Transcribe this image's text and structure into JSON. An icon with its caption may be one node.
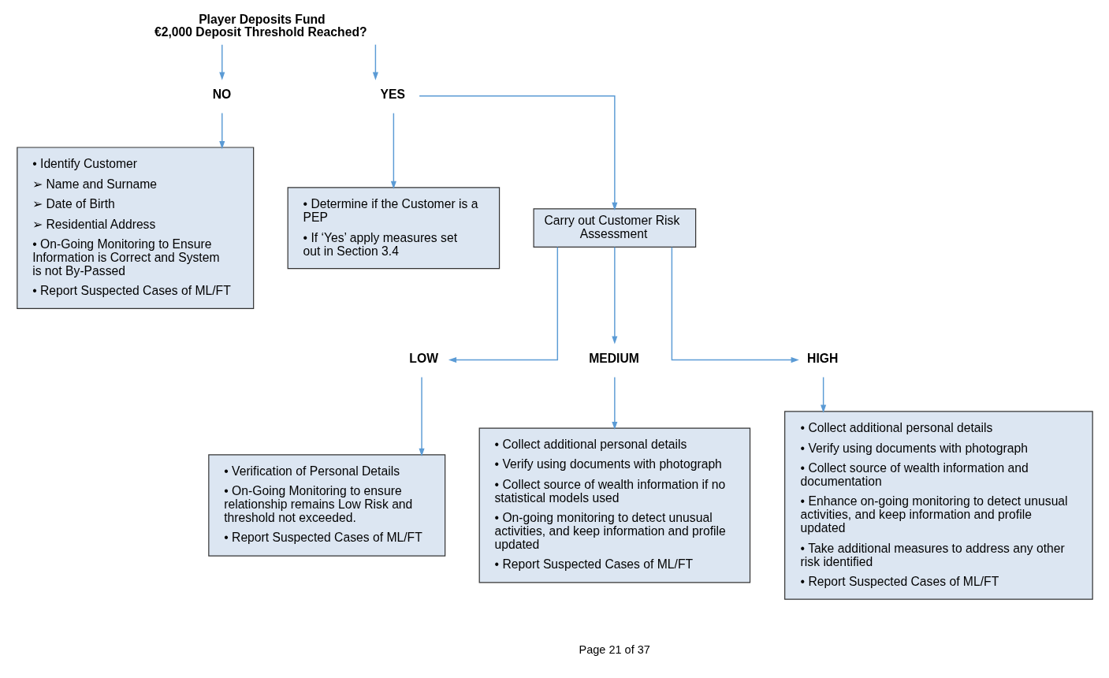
{
  "diagram": {
    "nodes": [
      {
        "text": [
          "Player Deposits Fund",
          "€2,000 Deposit Threshold Reached?"
        ]
      },
      {
        "text": [
          "NO"
        ]
      },
      {
        "text": [
          "YES"
        ]
      },
      {
        "text": [
          "• Identify Customer",
          "➢ Name and Surname",
          "➢ Date of Birth",
          "➢ Residential Address",
          "• On-Going Monitoring to Ensure Information is Correct and System is not By-Passed",
          "• Report Suspected Cases of ML/FT"
        ]
      },
      {
        "text": [
          "• Determine if the Customer is a PEP",
          "• If ‘Yes’ apply measures set out in Section 3.4"
        ]
      },
      {
        "text": [
          "Carry out Customer Risk Assessment"
        ]
      },
      {
        "text": [
          "LOW"
        ]
      },
      {
        "text": [
          "MEDIUM"
        ]
      },
      {
        "text": [
          "HIGH"
        ]
      },
      {
        "text": [
          "• Verification of Personal Details",
          "• On-Going Monitoring to ensure relationship remains Low Risk and threshold not exceeded.",
          "• Report Suspected Cases of ML/FT"
        ]
      },
      {
        "text": [
          "• Collect additional personal details",
          "• Verify using documents with photograph",
          "• Collect source of wealth information if no statistical models used",
          "• On-going monitoring to detect unusual activities, and keep information and profile updated",
          "• Report Suspected Cases of ML/FT"
        ]
      },
      {
        "text": [
          "• Collect additional personal details",
          "• Verify using documents with photograph",
          "• Collect source of wealth information and documentation",
          "• Enhance on-going monitoring to detect unusual activities, and keep information and profile updated",
          "• Take additional measures to address any other risk identified",
          "• Report Suspected Cases of ML/FT"
        ]
      }
    ],
    "edges": [
      {
        "from": 0,
        "to": 1,
        "arrow": "to"
      },
      {
        "from": 0,
        "to": 2,
        "arrow": "to"
      },
      {
        "from": 1,
        "to": 3,
        "arrow": "to"
      },
      {
        "from": 2,
        "to": 4,
        "arrow": "to"
      },
      {
        "from": 2,
        "to": 5,
        "arrow": "to"
      },
      {
        "from": 5,
        "to": 6,
        "arrow": "to"
      },
      {
        "from": 5,
        "to": 7,
        "arrow": "to"
      },
      {
        "from": 5,
        "to": 8,
        "arrow": "to"
      },
      {
        "from": 6,
        "to": 9,
        "arrow": "to"
      },
      {
        "from": 7,
        "to": 10,
        "arrow": "to"
      },
      {
        "from": 8,
        "to": 11,
        "arrow": "to"
      }
    ],
    "labels": [
      "Page 21 of 37"
    ]
  }
}
